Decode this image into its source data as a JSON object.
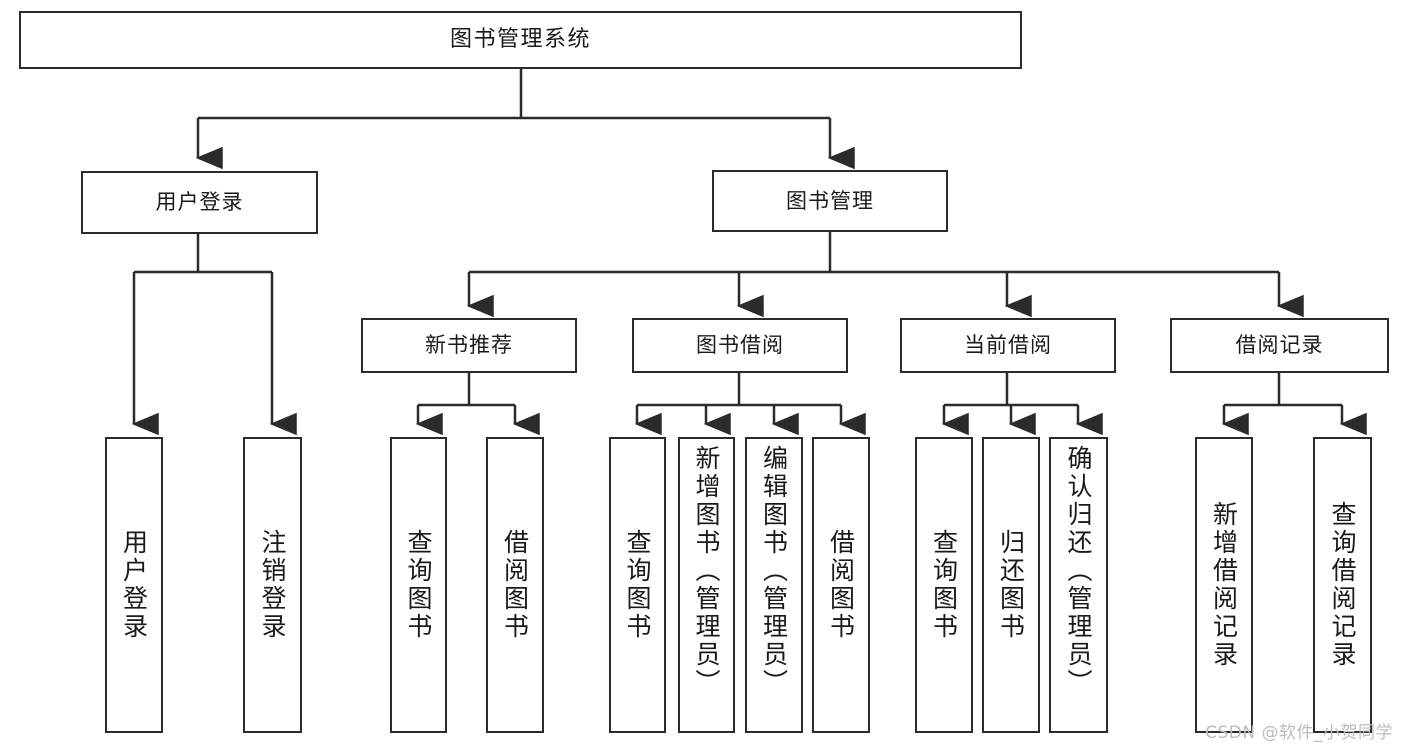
{
  "diagram": {
    "title": "图书管理系统",
    "type": "tree",
    "colors": {
      "stroke": "#2b2b2b",
      "fill": "#ffffff",
      "text": "#1a1a1a",
      "watermark": "#b9bcc2"
    },
    "nodes": {
      "root": {
        "label": "图书管理系统"
      },
      "level1": [
        {
          "id": "user-login",
          "label": "用户登录"
        },
        {
          "id": "book-manage",
          "label": "图书管理"
        }
      ],
      "level2": [
        {
          "id": "new-book-recommend",
          "label": "新书推荐"
        },
        {
          "id": "book-borrow",
          "label": "图书借阅"
        },
        {
          "id": "current-borrow",
          "label": "当前借阅"
        },
        {
          "id": "borrow-record",
          "label": "借阅记录"
        }
      ],
      "leaves": {
        "user-login": [
          {
            "id": "leaf-user-login",
            "label": "用户登录"
          },
          {
            "id": "leaf-logout-login",
            "label": "注销登录"
          }
        ],
        "new-book-recommend": [
          {
            "id": "leaf-query-book-1",
            "label": "查询图书"
          },
          {
            "id": "leaf-borrow-book-1",
            "label": "借阅图书"
          }
        ],
        "book-borrow": [
          {
            "id": "leaf-query-book-2",
            "label": "查询图书"
          },
          {
            "id": "leaf-add-book-admin",
            "label": "新增图书（管理员）"
          },
          {
            "id": "leaf-edit-book-admin",
            "label": "编辑图书（管理员）"
          },
          {
            "id": "leaf-borrow-book-2",
            "label": "借阅图书"
          }
        ],
        "current-borrow": [
          {
            "id": "leaf-query-book-3",
            "label": "查询图书"
          },
          {
            "id": "leaf-return-book",
            "label": "归还图书"
          },
          {
            "id": "leaf-confirm-return-admin",
            "label": "确认归还（管理员）"
          }
        ],
        "borrow-record": [
          {
            "id": "leaf-add-borrow-record",
            "label": "新增借阅记录"
          },
          {
            "id": "leaf-query-borrow-record",
            "label": "查询借阅记录"
          }
        ]
      }
    },
    "watermark": "CSDN @软件_小贺同学"
  }
}
